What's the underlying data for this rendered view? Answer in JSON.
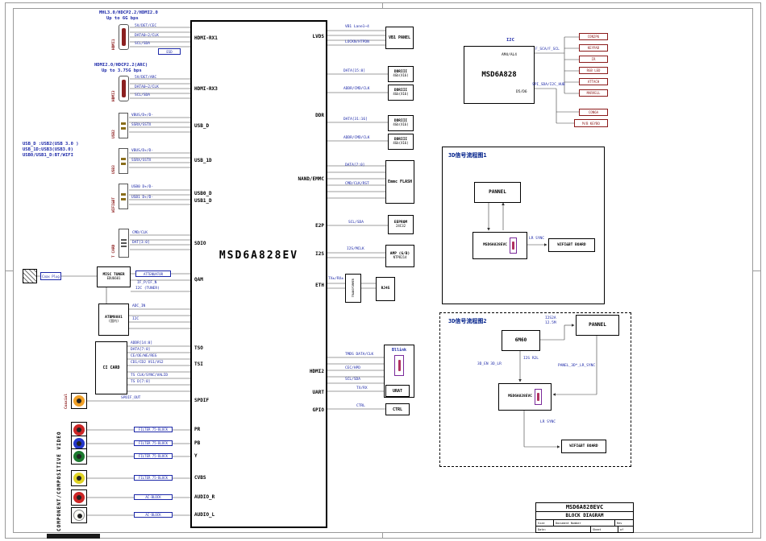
{
  "chip": {
    "name": "MSD6A828EV"
  },
  "ports_left": [
    "HDMI-RX1",
    "HDMI-RX3",
    "USB_D",
    "USB_1D",
    "USB0_D",
    "USB1_D",
    "SDIO",
    "QAM",
    "TSO",
    "TSI",
    "SPDIF",
    "PR",
    "PB",
    "Y",
    "CVBS",
    "AUDIO_R",
    "AUDIO_L"
  ],
  "ports_right": [
    "LVDS",
    "DDR",
    "NAND/EMMC",
    "E2P",
    "I2S",
    "ETH",
    "HDMI2",
    "UART",
    "GPIO"
  ],
  "hdmi1": {
    "note1": "MHL3.0/HDCP2.2/HDMI2.0",
    "note2": "Up to 6G bps",
    "conn": "HDMI1",
    "w1": "5V/DET/CEC",
    "w2": "DATA0~2/CLK",
    "w3": "SCL/SDA",
    "esd": "ESD"
  },
  "hdmi3": {
    "note1": "HDMI2.0/HDCP2.2(ARC)",
    "note2": "Up to 3.75G bps",
    "conn": "HDMI3",
    "w1": "5V/DET/ARC",
    "w2": "DATA0~2/CLK",
    "w3": "SCL/SDA"
  },
  "usb": {
    "note1": "USB_D :USB2(USB 3.0 )",
    "note2": "USB_1D:USB3(USB3.0)",
    "note3": "USB0/USB1_D:BT/WIFI",
    "conn1": "USB2",
    "conn2": "USB3",
    "conn3": "WIFI&BT",
    "u1w1": "VBUS/D+/D-",
    "u1w2": "SSRX/SSTX",
    "u2w1": "VBUS/D+/D-",
    "u2w2": "SSRX/SSTX",
    "u3w1": "USB0 D+/D-",
    "u3w2": "USB1 D+/D-"
  },
  "sd": {
    "conn": "T CARD",
    "w1": "CMD/CLK",
    "w2": "DAT[3:0]"
  },
  "tuner": {
    "coax": "Coax Plug",
    "name": "MISC TUNER",
    "sub": "EDU6601",
    "attn": "ATTENUATOR",
    "w1": "IF_P/IF_N",
    "w2": "I2C (TUNER)"
  },
  "demod": {
    "name": "ATBM8881",
    "sub": "(国内)",
    "w1": "ADC_IN",
    "w2": "I2C"
  },
  "ci": {
    "name": "CI CARD",
    "w1": "ADDR[14:0]",
    "w2": "DATA[7:0]",
    "w3": "CE/OE/WE/REG",
    "w4": "CD1/CD2 VS1/VS2",
    "w5": "TS CLK/SYNC/VALID",
    "w6": "TS D[7:0]"
  },
  "spdif": {
    "conn": "Coaxial",
    "w": "SPDIF_OUT"
  },
  "av": {
    "side": "COMPONENT/COMPOSITIVE VIDEO",
    "f_video": "FILTER 75-BLOCK",
    "f_audio": "AC-BLOCK"
  },
  "right": {
    "vb1": {
      "name": "VB1 PANEL",
      "w1": "VB1 Lane1~4",
      "w2": "LOCKN/HTPDN"
    },
    "ddr0": {
      "name": "DDRIII",
      "sub": "4Gb(X16)"
    },
    "ddr1": {
      "name": "DDRIII",
      "sub": "4Gb(X16)"
    },
    "ddr2": {
      "name": "DDRIII",
      "sub": "4Gb(X16)"
    },
    "ddr3": {
      "name": "DDRIII",
      "sub": "4Gb(X16)"
    },
    "ddr_w1": "DATA[15:0]",
    "ddr_w2": "ADDR/CMD/CLK",
    "ddr_w3": "DATA[31:16]",
    "ddr_w4": "ADDR/CMD/CLK",
    "emmc": {
      "name": "Emmc FLASH",
      "w1": "DATA[7:0]",
      "w2": "CMD/CLK/RST"
    },
    "e2p": {
      "name": "EEPROM",
      "sub": "24C32",
      "w": "SCL/SDA"
    },
    "amp": {
      "name": "AMP (G/B)",
      "sub": "NTP8214",
      "w": "I2S/MCLK"
    },
    "eth": {
      "xfmr": "TRANSFORMER",
      "rj45": "RJ45",
      "w": "TX±/RX±"
    },
    "hdmi2": {
      "name": "Bllink",
      "w1": "TMDS DATA/CLK",
      "w2": "CEC/HPD",
      "w3": "SCL/SDA"
    },
    "uart": {
      "name": "URAT",
      "w": "TX/RX"
    },
    "gpio": {
      "name": "CTRL",
      "w": "CTRL"
    }
  },
  "io": {
    "i2c": "I2C",
    "chip": "MSD6A828",
    "pin1": "AM4/AL4",
    "pin2": "D5/D6",
    "w1": "F_SCA/F_SCL",
    "w2": "SPI_SDA/I2C_HUB",
    "blocks": [
      "CON2P6",
      "KEYPAD",
      "IR",
      "RGB LED",
      "ATTACH",
      "MARVELL"
    ],
    "b1": "CON6A",
    "b2": "M/B KEYBO"
  },
  "flow1": {
    "title": "3D信号流程图1",
    "pannel": "PANNEL",
    "msd": "MSD6A828EVC",
    "wifi": "WIFI&BT BOARD",
    "lr": "LR SYNC"
  },
  "flow2": {
    "title": "3D信号流程图2",
    "m60": "6M60",
    "pannel": "PANNEL",
    "msd": "MSD6A828EVC",
    "wifi": "WIFI&BT BOARD",
    "lr": "LR SYNC",
    "t1": "I2S2A",
    "t2": "12.5M",
    "l1": "3D_EN 3D_LR",
    "l2": "I2S R2L",
    "r1": "PANEL_3D*_LR_SYNC"
  },
  "tb": {
    "title": "MSD6A828EVC",
    "subtitle": "BLOCK DIAGRAM",
    "size_l": "Size",
    "doc_l": "Document Number",
    "rev_l": "Rev",
    "date_l": "Date:",
    "sheet_l": "Sheet",
    "of_l": "of"
  }
}
